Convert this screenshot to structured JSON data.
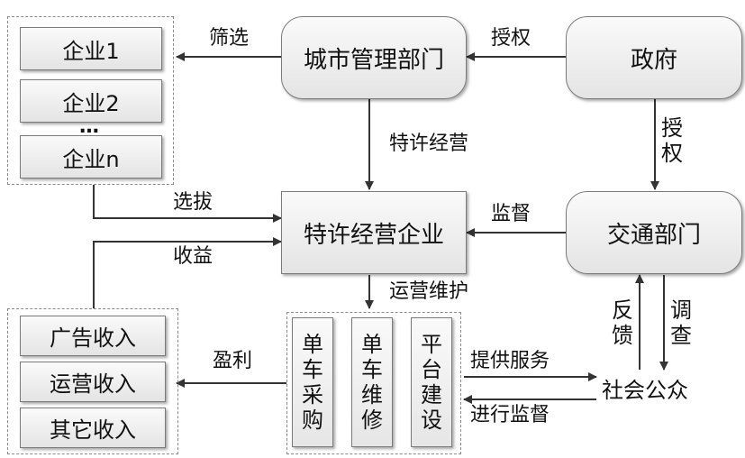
{
  "nodes": {
    "city_mgmt": "城市管理部门",
    "government": "政府",
    "franchise_company": "特许经营企业",
    "traffic_dept": "交通部门",
    "public": "社会公众"
  },
  "enterprises": [
    "企业1",
    "企业2",
    "…",
    "企业n"
  ],
  "revenues": [
    "广告收入",
    "运营收入",
    "其它收入"
  ],
  "operations": [
    "单车采购",
    "单车维修",
    "平台建设"
  ],
  "edges": {
    "screen": "筛选",
    "authorize_h": "授权",
    "authorize_v": "授权",
    "franchise_op": "特许经营",
    "select": "选拔",
    "supervise": "监督",
    "income": "收益",
    "maintain": "运营维护",
    "profit": "盈利",
    "provide_service": "提供服务",
    "monitor": "进行监督",
    "feedback": "反馈",
    "investigate": "调查"
  }
}
